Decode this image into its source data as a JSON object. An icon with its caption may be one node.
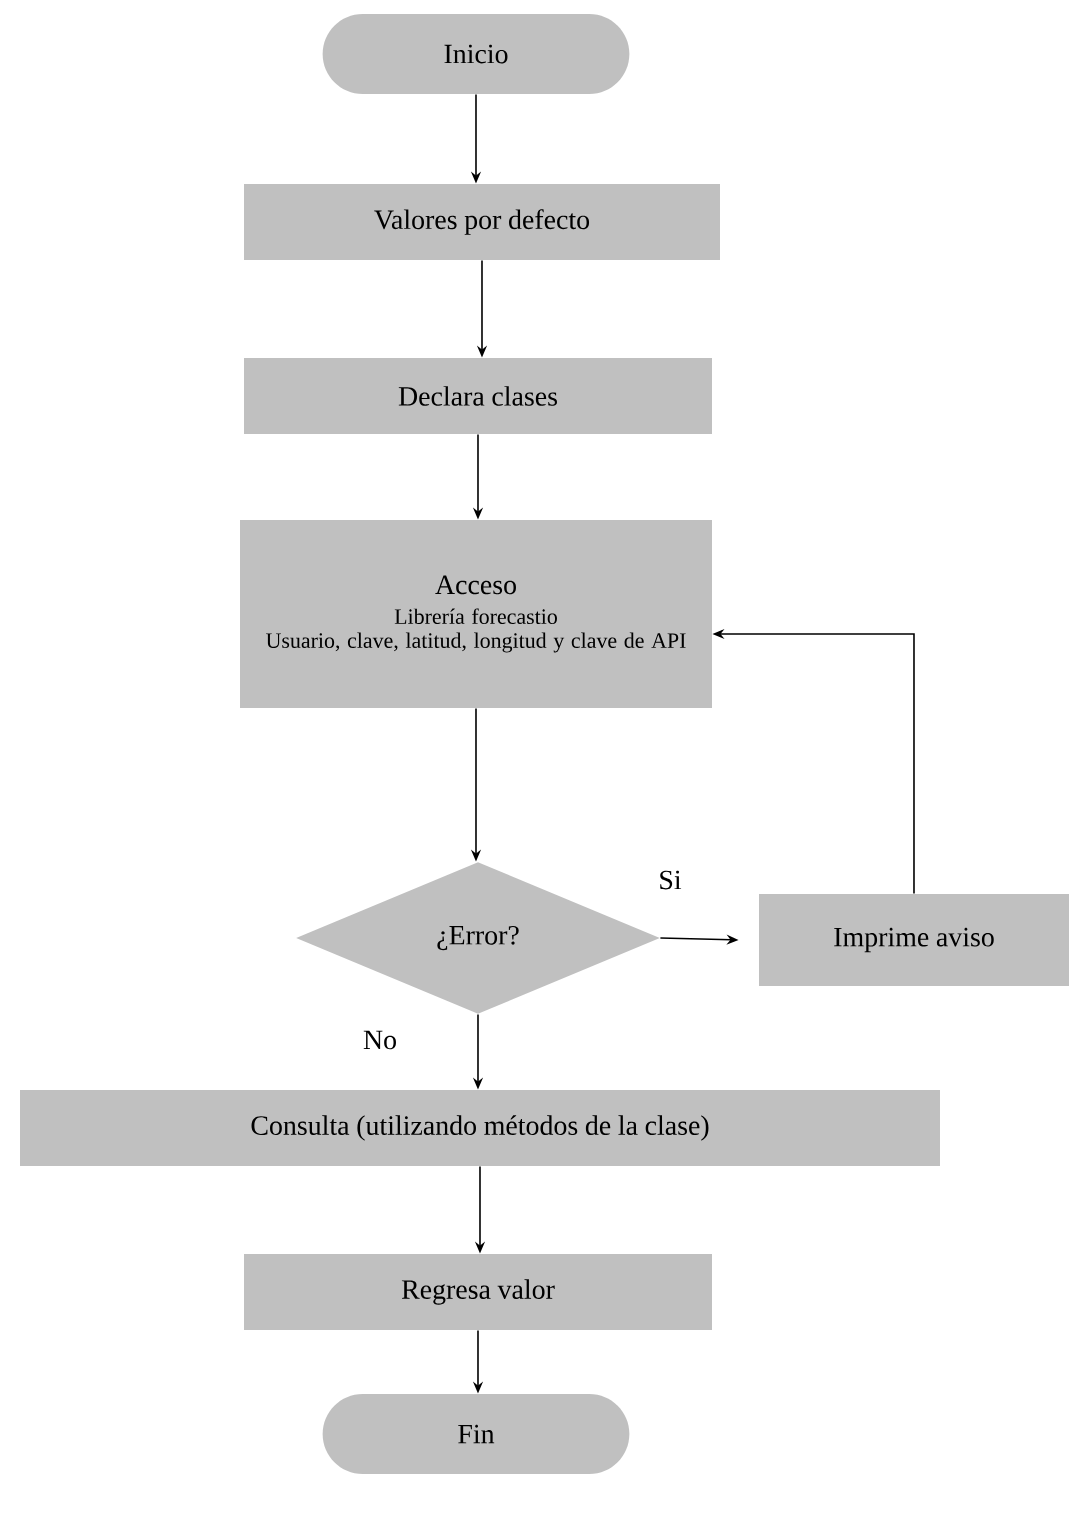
{
  "diagram": {
    "nodes": [
      {
        "text": [
          "Inicio"
        ]
      },
      {
        "text": [
          "Valores por defecto"
        ]
      },
      {
        "text": [
          "Declara clases"
        ]
      },
      {
        "text": [
          "Acceso",
          "Librería forecastio",
          "Usuario, clave, latitud, longitud y clave de API"
        ]
      },
      {
        "text": [
          "¿Error?"
        ]
      },
      {
        "text": [
          "Imprime aviso"
        ]
      },
      {
        "text": [
          "Consulta (utilizando métodos de la clase)"
        ]
      },
      {
        "text": [
          "Regresa valor"
        ]
      },
      {
        "text": [
          "Fin"
        ]
      }
    ],
    "edges": [
      {
        "from": 0,
        "to": 1,
        "arrow": "to"
      },
      {
        "from": 1,
        "to": 2,
        "arrow": "to"
      },
      {
        "from": 2,
        "to": 3,
        "arrow": "to"
      },
      {
        "from": 3,
        "to": 4,
        "arrow": "to"
      },
      {
        "from": 4,
        "to": 5,
        "arrow": "to",
        "label": "Si"
      },
      {
        "from": 5,
        "to": 3,
        "arrow": "to"
      },
      {
        "from": 4,
        "to": 6,
        "arrow": "to",
        "label": "No"
      },
      {
        "from": 6,
        "to": 7,
        "arrow": "to"
      },
      {
        "from": 7,
        "to": 8,
        "arrow": "to"
      }
    ]
  }
}
